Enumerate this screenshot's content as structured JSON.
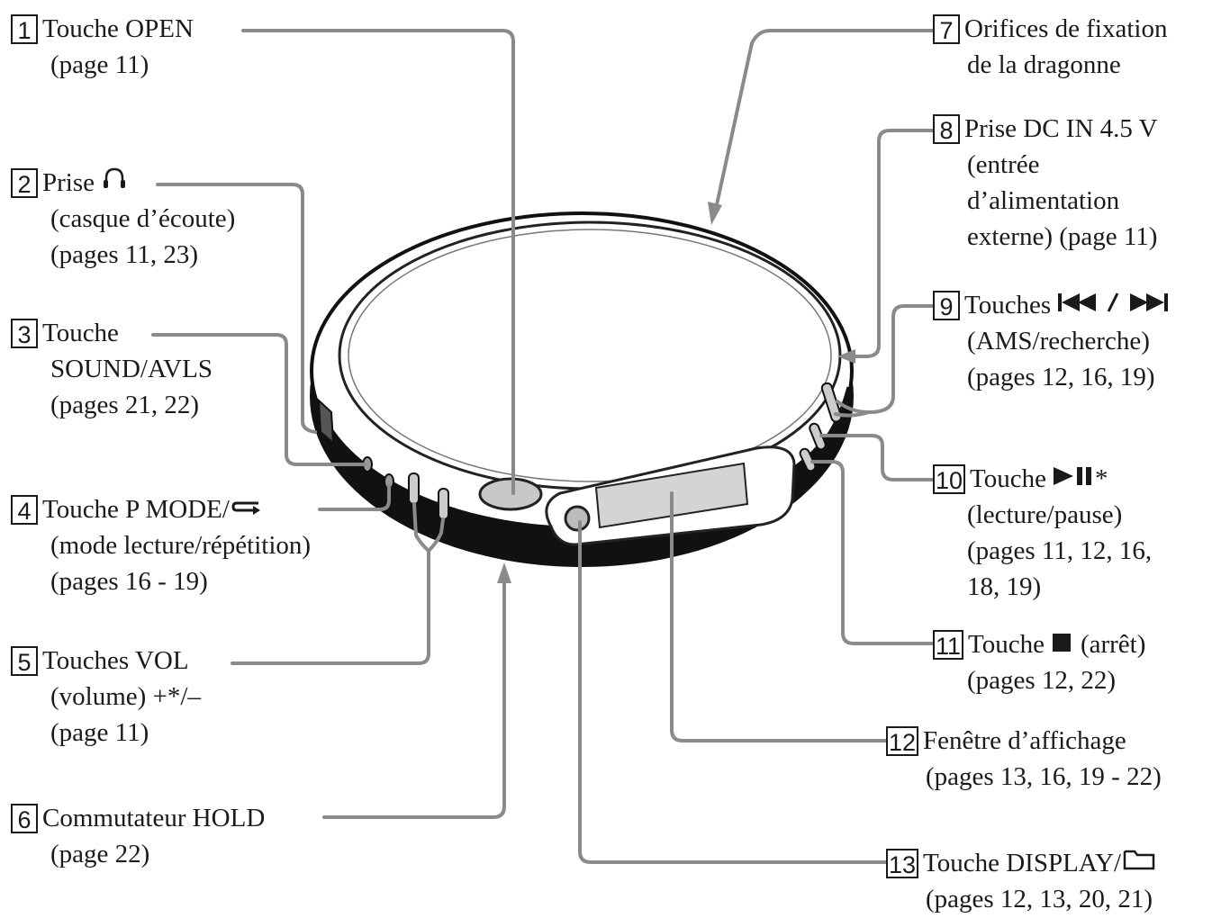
{
  "callouts": [
    {
      "num": "1",
      "label": "Touche OPEN",
      "lines": [
        "(page 11)"
      ]
    },
    {
      "num": "2",
      "label": "Prise",
      "icon": "headphones-icon",
      "lines": [
        "(casque d’écoute)",
        "(pages 11, 23)"
      ]
    },
    {
      "num": "3",
      "label": "Touche",
      "lines": [
        "SOUND/AVLS",
        "(pages 21, 22)"
      ]
    },
    {
      "num": "4",
      "label": "Touche P MODE/",
      "icon": "repeat-icon",
      "lines": [
        "(mode lecture/répétition)",
        "(pages 16 - 19)"
      ]
    },
    {
      "num": "5",
      "label": "Touches VOL",
      "lines": [
        "(volume) +*/–",
        "(page 11)"
      ]
    },
    {
      "num": "6",
      "label": "Commutateur HOLD",
      "lines": [
        "(page 22)"
      ]
    },
    {
      "num": "7",
      "label": "Orifices de fixation",
      "lines": [
        "de la dragonne"
      ]
    },
    {
      "num": "8",
      "label": "Prise DC IN 4.5 V",
      "lines": [
        "(entrée",
        "d’alimentation",
        "externe) (page 11)"
      ]
    },
    {
      "num": "9",
      "label": "Touches",
      "icon": "prev-next-icon",
      "lines": [
        "(AMS/recherche)",
        "(pages 12, 16, 19)"
      ]
    },
    {
      "num": "10",
      "label": "Touche",
      "icon": "play-pause-icon",
      "label_suffix": "*",
      "lines": [
        "(lecture/pause)",
        "(pages 11, 12, 16,",
        "18, 19)"
      ]
    },
    {
      "num": "11",
      "label": "Touche",
      "icon": "stop-icon",
      "label_suffix": "(arrêt)",
      "lines": [
        "(pages 12, 22)"
      ]
    },
    {
      "num": "12",
      "label": "Fenêtre d’affichage",
      "lines": [
        "(pages 13, 16, 19 - 22)"
      ]
    },
    {
      "num": "13",
      "label": "Touche DISPLAY/",
      "icon": "folder-icon",
      "lines": [
        "(pages 12, 13, 20, 21)"
      ]
    }
  ],
  "colors": {
    "leader": "#8a8a8a",
    "display_window": "#d4d4d4",
    "text": "#1a1a1a"
  }
}
